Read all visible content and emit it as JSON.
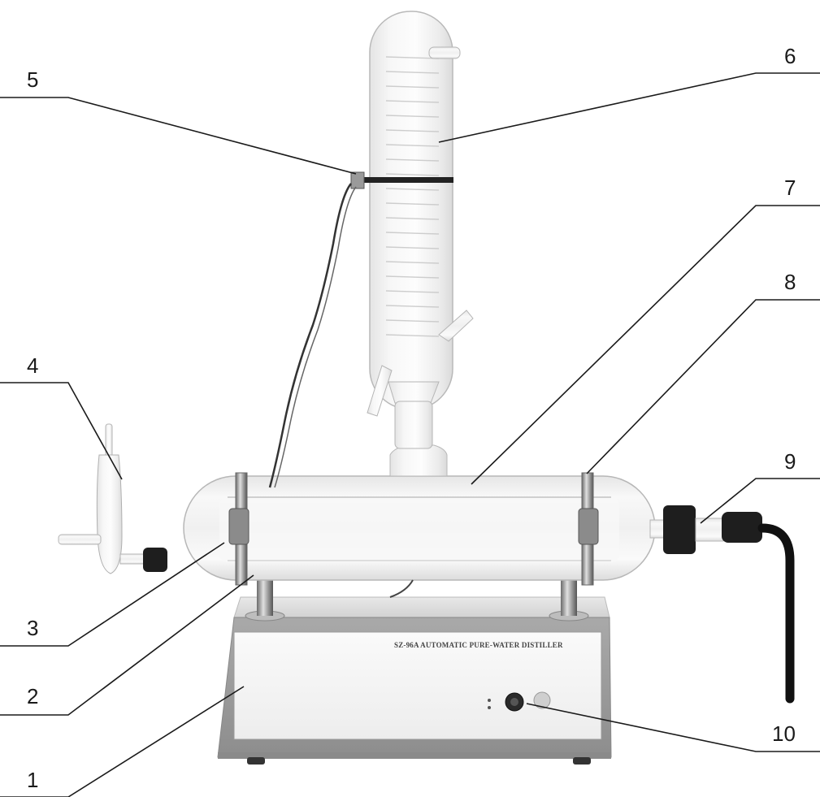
{
  "callouts": [
    {
      "id": "1",
      "label": "1"
    },
    {
      "id": "2",
      "label": "2"
    },
    {
      "id": "3",
      "label": "3"
    },
    {
      "id": "4",
      "label": "4"
    },
    {
      "id": "5",
      "label": "5"
    },
    {
      "id": "6",
      "label": "6"
    },
    {
      "id": "7",
      "label": "7"
    },
    {
      "id": "8",
      "label": "8"
    },
    {
      "id": "9",
      "label": "9"
    },
    {
      "id": "10",
      "label": "10"
    }
  ],
  "nameplate": {
    "text": "SZ-96A AUTOMATIC PURE-WATER DISTILLER"
  }
}
